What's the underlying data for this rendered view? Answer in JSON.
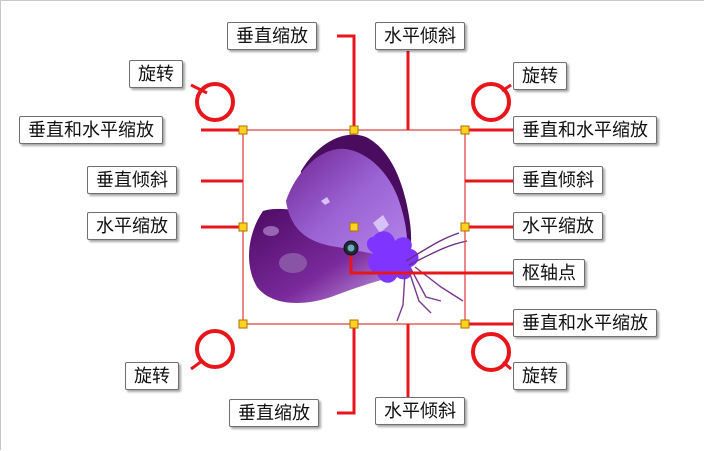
{
  "labels": {
    "vscale_top": "垂直缩放",
    "hskew_top": "水平倾斜",
    "rotate_tl": "旋转",
    "rotate_tr": "旋转",
    "scale_both_left": "垂直和水平缩放",
    "scale_both_right_top": "垂直和水平缩放",
    "vskew_left": "垂直倾斜",
    "vskew_right": "垂直倾斜",
    "hscale_left": "水平缩放",
    "hscale_right": "水平缩放",
    "pivot": "枢轴点",
    "scale_both_right_bottom": "垂直和水平缩放",
    "rotate_bl": "旋转",
    "rotate_br": "旋转",
    "vscale_bottom": "垂直缩放",
    "hskew_bottom": "水平倾斜"
  },
  "colors": {
    "leader": "#e8151b",
    "bbox": "#e04848",
    "handle_fill": "#ffd21e",
    "handle_stroke": "#b07000",
    "wing_dark": "#5a0f6e",
    "wing_mid": "#8a3fb0",
    "wing_light": "#a06ad8",
    "body": "#7f35ff"
  },
  "icons": [
    "rotate-circle-icon",
    "butterfly-icon",
    "pivot-point-icon",
    "transform-handle-icon"
  ]
}
